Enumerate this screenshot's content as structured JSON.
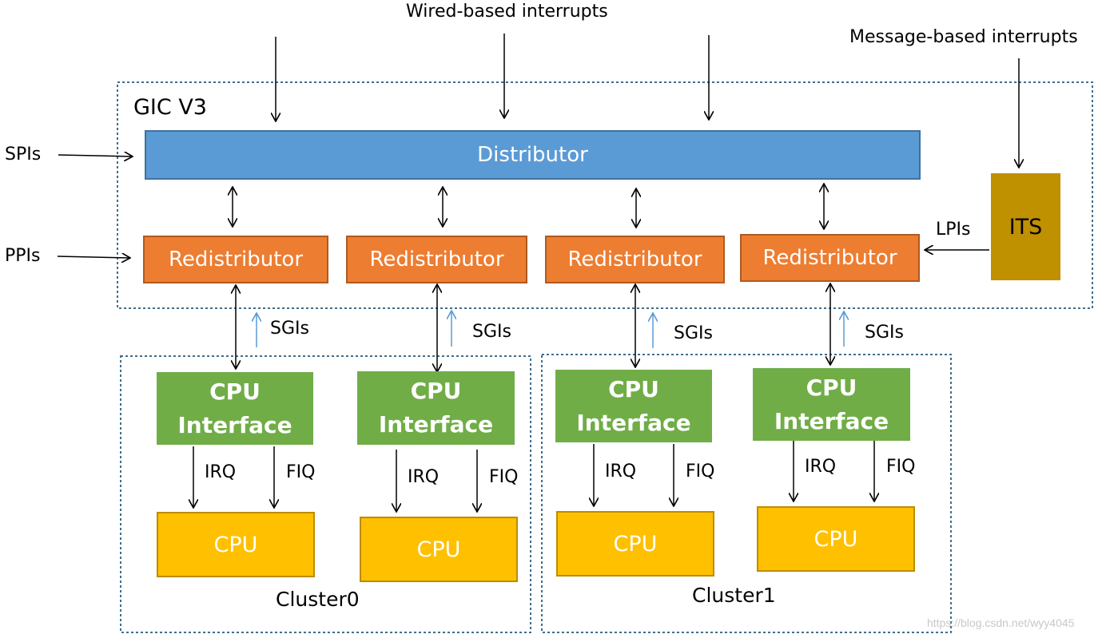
{
  "labels": {
    "wired": "Wired-based interrupts",
    "message": "Message-based interrupts",
    "gic": "GIC V3",
    "spis": "SPIs",
    "ppis": "PPIs",
    "lpis": "LPIs",
    "sgis": "SGIs",
    "irq": "IRQ",
    "fiq": "FIQ",
    "cluster0": "Cluster0",
    "cluster1": "Cluster1"
  },
  "blocks": {
    "distributor": "Distributor",
    "redistributor": "Redistributor",
    "its": "ITS",
    "cpu_interface_line1": "CPU",
    "cpu_interface_line2": "Interface",
    "cpu": "CPU"
  },
  "colors": {
    "distributor": "#5b9bd5",
    "redistributor": "#ed7d31",
    "cpu_interface": "#70ad47",
    "cpu": "#ffc000",
    "its": "#bf9000",
    "sgi_arrow": "#5b9bd5",
    "dotted_border": "#3f6e8c"
  },
  "watermark": "https://blog.csdn.net/wyy4045"
}
